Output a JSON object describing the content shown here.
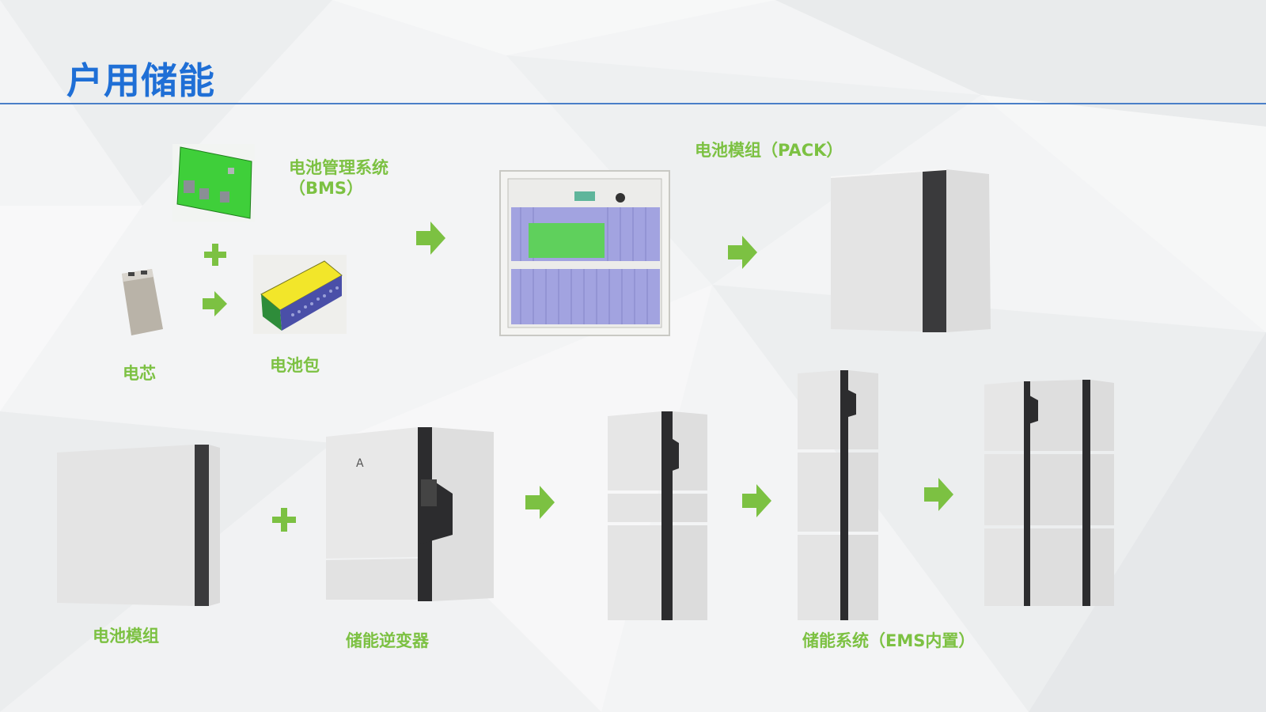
{
  "title": "户用储能",
  "labels": {
    "cell": "电芯",
    "pack": "电池包",
    "bms_line1": "电池管理系统",
    "bms_line2": "（BMS）",
    "module_pack": "电池模组（PACK）",
    "module": "电池模组",
    "inverter": "储能逆变器",
    "system": "储能系统（EMS内置）"
  },
  "colors": {
    "title": "#1f6fd6",
    "accent_green": "#7cc142",
    "rule": "#4a7fc8"
  },
  "icons": [
    "plus-icon",
    "arrow-right-icon"
  ]
}
